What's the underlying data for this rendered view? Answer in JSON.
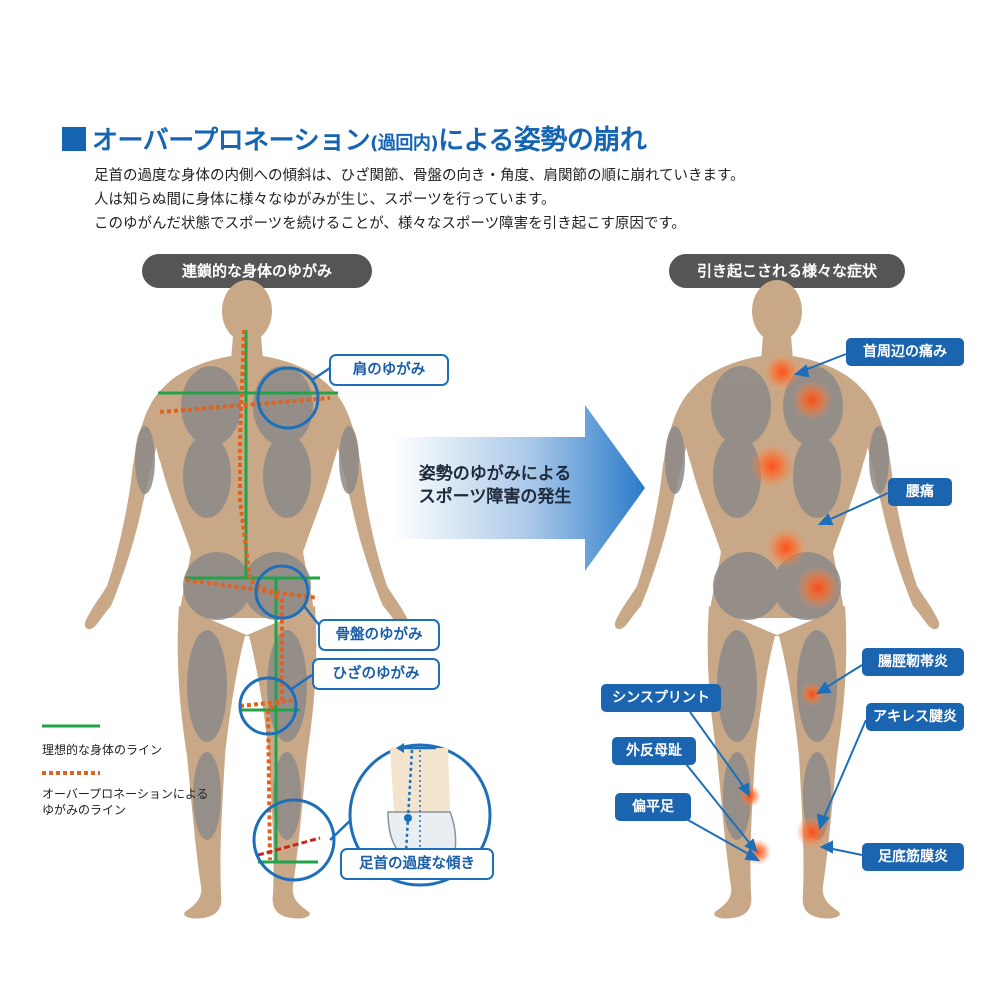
{
  "title": {
    "main": "オーバープロネーション",
    "paren": "(過回内)",
    "mid": "による",
    "emph": "姿勢の崩れ"
  },
  "description": [
    "足首の過度な身体の内側への傾斜は、ひざ関節、骨盤の向き・角度、肩関節の順に崩れていきます。",
    "人は知らぬ間に身体に様々なゆがみが生じ、スポーツを行っています。",
    "このゆがんだ状態でスポーツを続けることが、様々なスポーツ障害を引き起こす原因です。"
  ],
  "left_panel": {
    "heading": "連鎖的な身体のゆがみ",
    "callouts": {
      "shoulder": "肩のゆがみ",
      "pelvis": "骨盤のゆがみ",
      "knee": "ひざのゆがみ",
      "ankle": "足首の過度な傾き"
    },
    "legend": {
      "ideal": "理想的な身体のライン",
      "distorted_line1": "オーバープロネーションによる",
      "distorted_line2": "ゆがみのライン"
    }
  },
  "arrow": {
    "line1": "姿勢のゆがみによる",
    "line2": "スポーツ障害の発生"
  },
  "right_panel": {
    "heading": "引き起こされる様々な症状",
    "symptoms": {
      "neck": "首周辺の痛み",
      "lowback": "腰痛",
      "itband": "腸脛靭帯炎",
      "achilles": "アキレス腱炎",
      "plantar": "足底筋膜炎",
      "shin": "シンスプリント",
      "hallux": "外反母趾",
      "flatfoot": "偏平足"
    }
  },
  "colors": {
    "title_blue": "#1565b3",
    "ideal_line": "#22a34a",
    "distorted_line": "#e0621e",
    "body": "#c9a888",
    "muscle": "#8c8c8c",
    "pain": "#ff5a1f"
  }
}
